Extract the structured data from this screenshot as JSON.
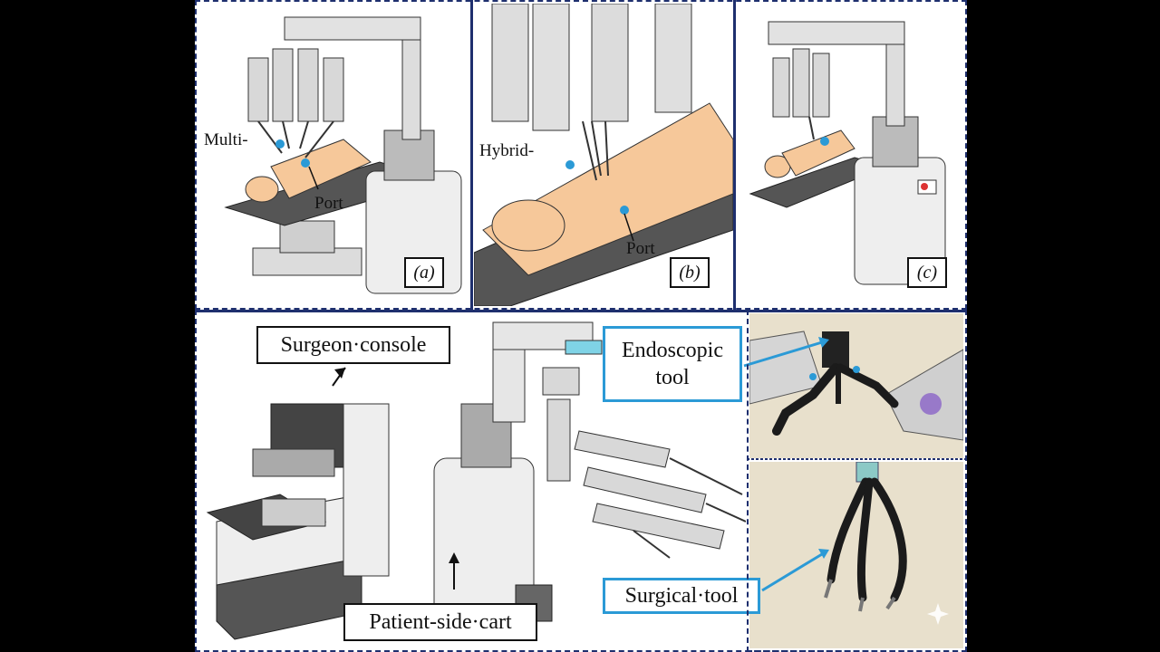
{
  "top_panels": {
    "a": {
      "tag": "(a)",
      "label_multi": "Multi-",
      "label_port": "Port"
    },
    "b": {
      "tag": "(b)",
      "label_hybrid": "Hybrid-",
      "label_port": "Port"
    },
    "c": {
      "tag": "(c)"
    }
  },
  "bottom": {
    "surgeon_console": "Surgeon·console",
    "patient_cart": "Patient-side·cart",
    "endoscopic_tool_line1": "Endoscopic",
    "endoscopic_tool_line2": "tool",
    "surgical_tool": "Surgical·tool"
  },
  "colors": {
    "frame": "#1e2f6e",
    "callout": "#2b9ad6",
    "skin": "#f6c89a",
    "metal": "#e6e6e6",
    "dark": "#4a4a4a",
    "beige": "#e8e0cc"
  }
}
